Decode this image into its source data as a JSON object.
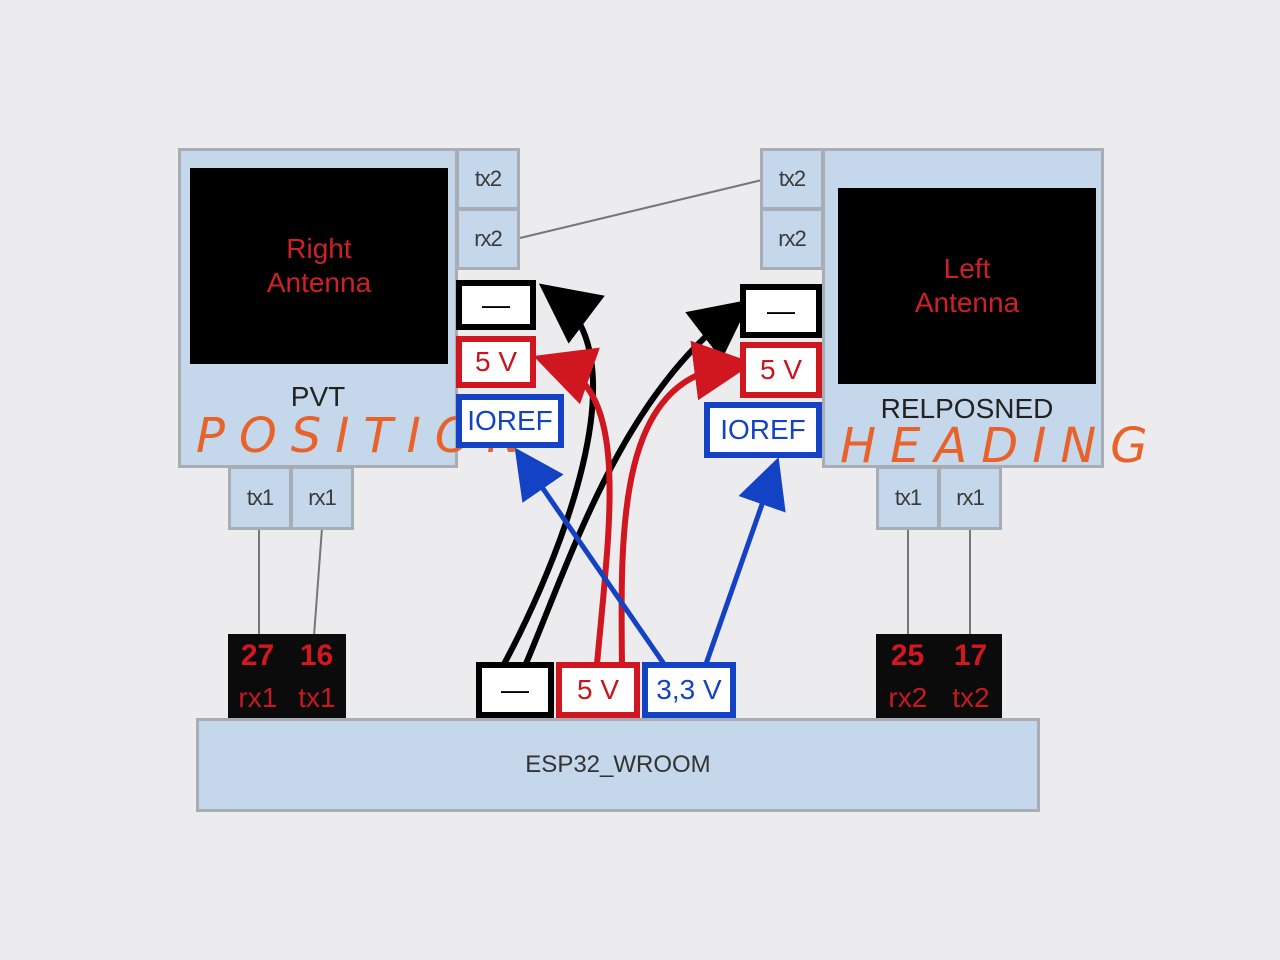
{
  "right_module": {
    "screen_title": "Right\nAntenna",
    "label": "PVT",
    "handwritten": "POSITION",
    "ports_top": [
      "tx2",
      "rx2"
    ],
    "ports_bottom": [
      "tx1",
      "rx1"
    ],
    "pins": {
      "ground": "—",
      "five_v": "5 V",
      "ioref": "IOREF"
    }
  },
  "left_module": {
    "screen_title": "Left\nAntenna",
    "label": "RELPOSNED",
    "handwritten": "HEADING",
    "ports_top": [
      "tx2",
      "rx2"
    ],
    "ports_bottom": [
      "tx1",
      "rx1"
    ],
    "pins": {
      "ground": "—",
      "five_v": "5 V",
      "ioref": "IOREF"
    }
  },
  "esp": {
    "label": "ESP32_WROOM",
    "pins": {
      "ground": "—",
      "five_v": "5 V",
      "three_v": "3,3 V"
    },
    "gpio_left": {
      "numbers": [
        "27",
        "16"
      ],
      "labels": [
        "rx1",
        "tx1"
      ]
    },
    "gpio_right": {
      "numbers": [
        "25",
        "17"
      ],
      "labels": [
        "rx2",
        "tx2"
      ]
    }
  },
  "colors": {
    "ground": "#000000",
    "power_5v": "#d0161f",
    "power_3v3": "#1343c4",
    "module_fill": "#c5d7ea",
    "handwriting": "#e8622a"
  }
}
